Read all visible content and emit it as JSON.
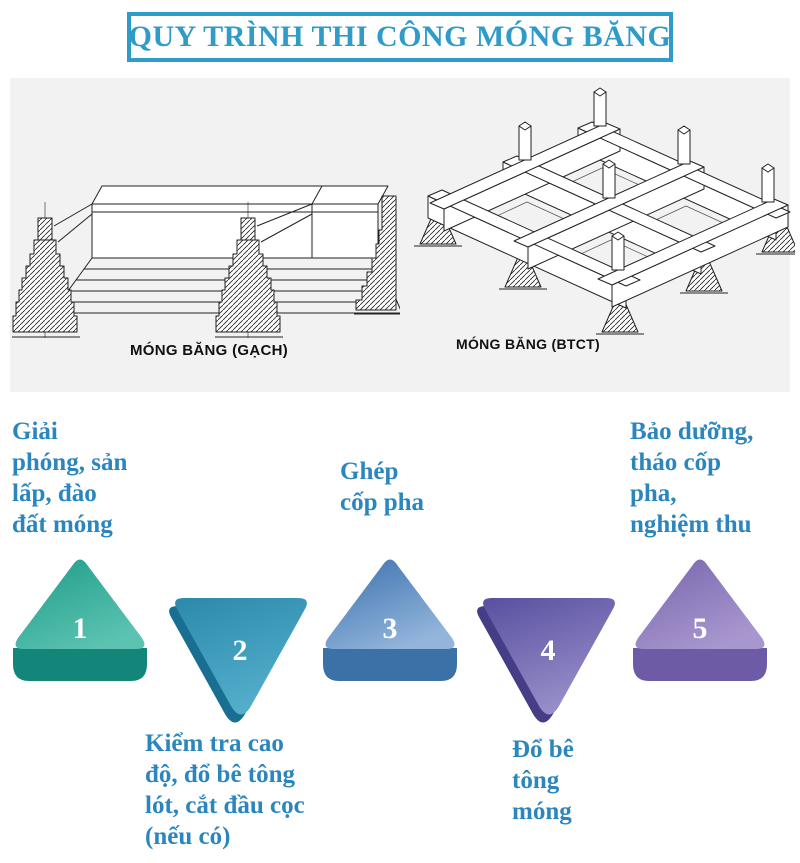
{
  "title": "QUY TRÌNH THI CÔNG MÓNG BĂNG",
  "drawings": {
    "left_label": "MÓNG BĂNG (GẠCH)",
    "right_label": "MÓNG BĂNG (BTCT)"
  },
  "steps": [
    {
      "number": "1",
      "direction": "up",
      "color": "#23A390",
      "label": "Giải phóng, sản lấp, đào đất móng",
      "lines": [
        "Giải",
        "phóng, sản",
        "lấp, đào",
        "đất móng"
      ]
    },
    {
      "number": "2",
      "direction": "down",
      "color": "#2E8FAF",
      "label": "Kiểm tra cao độ, đổ bê tông lót, cắt đầu cọc (nếu có)",
      "lines": [
        "Kiểm tra cao",
        "độ, đổ bê tông",
        "lót, cắt đầu cọc",
        "(nếu có)"
      ]
    },
    {
      "number": "3",
      "direction": "up",
      "color": "#4478B3",
      "label": "Ghép cốp pha",
      "lines": [
        "Ghép",
        "cốp pha"
      ]
    },
    {
      "number": "4",
      "direction": "down",
      "color": "#5F55A4",
      "label": "Đổ bê tông móng",
      "lines": [
        "Đổ bê",
        "tông",
        "móng"
      ]
    },
    {
      "number": "5",
      "direction": "up",
      "color": "#7A68AF",
      "label": "Bảo dưỡng, tháo cốp pha, nghiệm thu",
      "lines": [
        "Bảo dưỡng,",
        "tháo cốp",
        "pha,",
        "nghiệm thu"
      ]
    }
  ],
  "colors": {
    "title_blue": "#2E9BC9",
    "step_text_blue": "#2B86BE",
    "panel_bg": "#F2F2F2",
    "number_text": "#FFFFFF",
    "line_art": "#222222"
  }
}
